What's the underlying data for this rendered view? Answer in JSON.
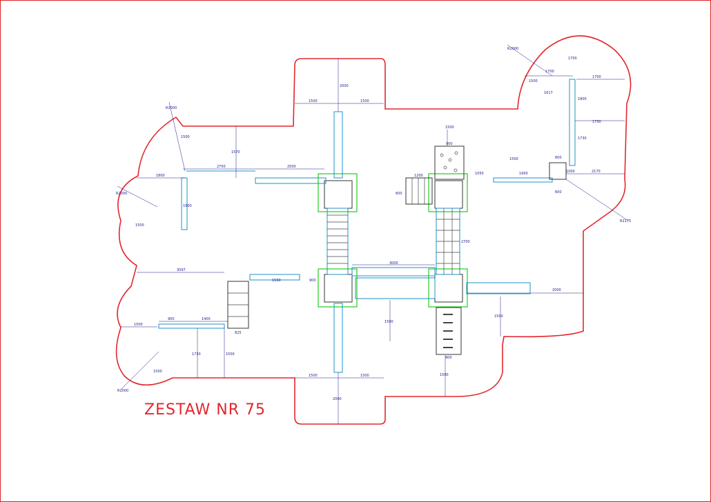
{
  "title": "ZESTAW NR 75",
  "colors": {
    "border": "#e3262d",
    "structure": "#1e90c8",
    "highlight": "#22cc22",
    "dimension": "#1a1a8a"
  },
  "dimensions": {
    "top_tower_width": "1500",
    "top_tower_width_right": "1500",
    "top_tower_height": "2000",
    "left_top_diag": "R2000",
    "left_top_1500": "1500",
    "left_top_2750": "2750",
    "left_top_1570": "1570",
    "left_top_2500": "2500",
    "left_top_1800": "1800",
    "left_top_1500b": "1500",
    "left_mid_diag": "R2000",
    "left_mid_1500": "1500",
    "left_bottom_3097": "3097",
    "left_bottom_1560": "1560",
    "left_bottom_900": "900",
    "left_bottom_1500": "1500",
    "left_bottom_900b": "900",
    "left_bottom_1400": "1400",
    "left_bottom_1730": "1730",
    "left_bottom_1500b": "1500",
    "left_bottom_825": "825",
    "left_bottom_diag": "R2000",
    "left_bottom_1500c": "1500",
    "center_3000": "3000",
    "center_1500": "1500",
    "bottom_1500": "1500",
    "bottom_1500b": "1500",
    "bottom_2000": "2000",
    "mid_right_1500": "1500",
    "mid_right_900": "900",
    "mid_right_1200": "1200",
    "mid_right_600": "600",
    "mid_right_1050": "1050",
    "mid_right_1900": "1900",
    "mid_right_1500b": "1500",
    "mid_right_2700": "2700",
    "mid_right_2000": "2000",
    "mid_right_1500c": "1500",
    "mid_right_900b": "900",
    "mid_right_1500d": "1500",
    "right_top_diag": "R2000",
    "right_1700": "1700",
    "right_1700b": "1700",
    "right_1500": "1500",
    "right_1617": "1617",
    "right_1700c": "1700",
    "right_1800": "1800",
    "right_1730": "1730",
    "right_1730b": "1730",
    "right_1000": "1000",
    "right_600": "600",
    "right_2170": "2170",
    "right_600b": "600",
    "right_diag": "R2170"
  }
}
